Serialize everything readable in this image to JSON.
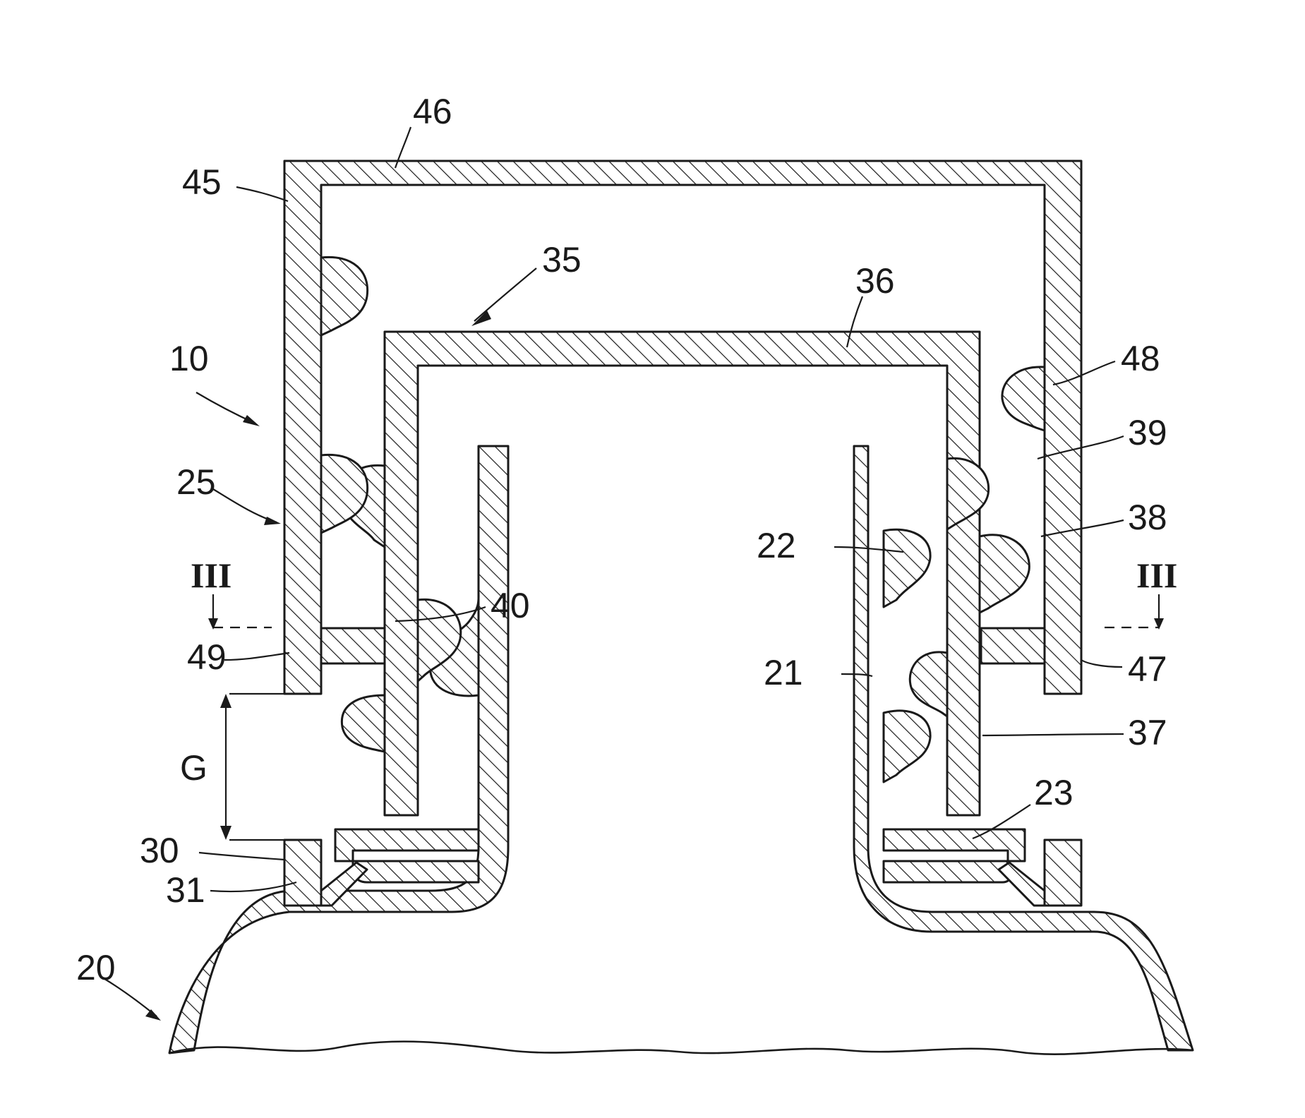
{
  "figure": {
    "reference_labels": {
      "l10": "10",
      "l20": "20",
      "l21": "21",
      "l22": "22",
      "l23": "23",
      "l25": "25",
      "l30": "30",
      "l31": "31",
      "l35": "35",
      "l36": "36",
      "l37": "37",
      "l38": "38",
      "l39": "39",
      "l40": "40",
      "l45": "45",
      "l46": "46",
      "l47": "47",
      "l48": "48",
      "l49": "49"
    },
    "gap_label": "G",
    "section_marker_left": "III",
    "section_marker_right": "III"
  },
  "colors": {
    "ink": "#1a1a1a",
    "background": "#ffffff"
  }
}
